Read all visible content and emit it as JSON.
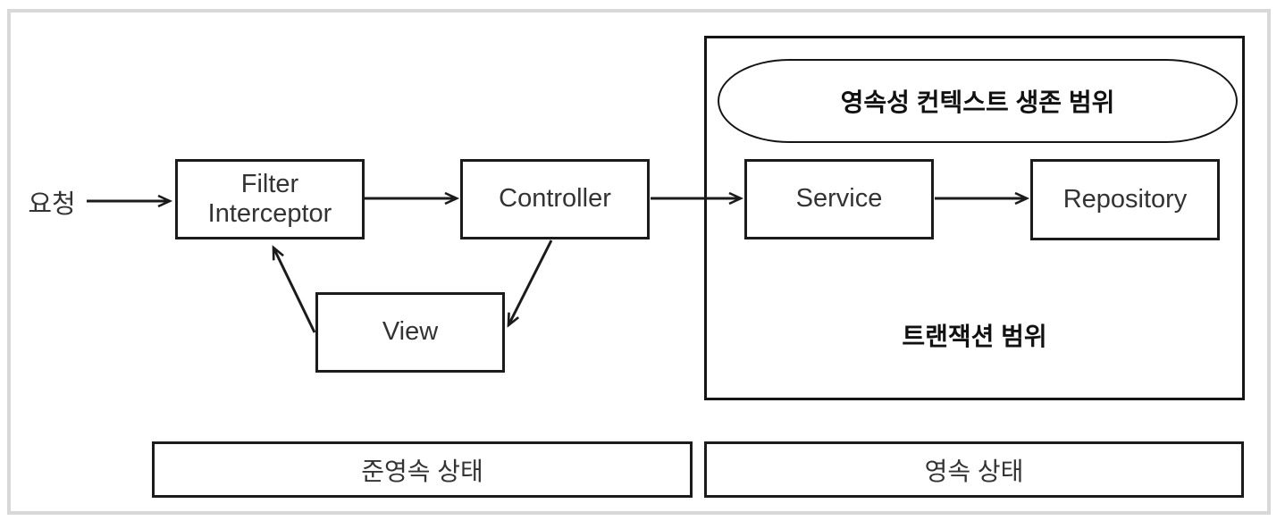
{
  "diagram_title": "persistence-context-scope-diagram",
  "request_label": "요청",
  "nodes": {
    "filter": {
      "label": "Filter\nInterceptor"
    },
    "controller": {
      "label": "Controller"
    },
    "service": {
      "label": "Service"
    },
    "repository": {
      "label": "Repository"
    },
    "view": {
      "label": "View"
    }
  },
  "scopes": {
    "persistence_context": {
      "label": "영속성 컨텍스트 생존 범위"
    },
    "transaction": {
      "label": "트랜잭션 범위"
    }
  },
  "states": {
    "detached": {
      "label": "준영속 상태"
    },
    "persistent": {
      "label": "영속 상태"
    }
  },
  "edges": [
    {
      "from": "요청",
      "to": "filter"
    },
    {
      "from": "filter",
      "to": "controller"
    },
    {
      "from": "controller",
      "to": "service"
    },
    {
      "from": "service",
      "to": "repository"
    },
    {
      "from": "controller",
      "to": "view"
    },
    {
      "from": "view",
      "to": "filter"
    }
  ],
  "colors": {
    "line": "#1b1b1b",
    "box_border": "#1b1b1b",
    "outer_frame": "#d8d8d8",
    "background": "#ffffff"
  }
}
